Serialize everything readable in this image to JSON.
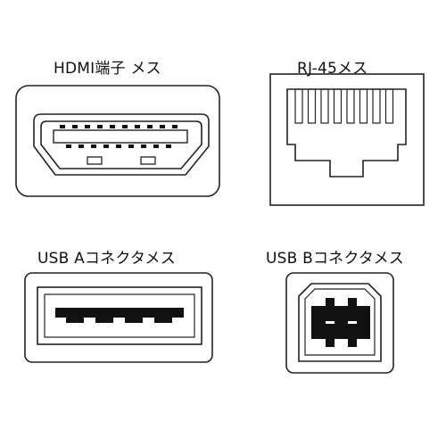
{
  "connectors": {
    "hdmi": {
      "label": "HDMI端子 メス",
      "icon": "hdmi-female-port-icon"
    },
    "rj45": {
      "label": "RJ-45メス",
      "icon": "rj45-female-port-icon"
    },
    "usb_a": {
      "label": "USB Aコネクタメス",
      "icon": "usb-a-female-port-icon"
    },
    "usb_b": {
      "label": "USB Bコネクタメス",
      "icon": "usb-b-female-port-icon"
    }
  },
  "colors": {
    "line": "#222222",
    "fill_dark": "#111111",
    "background": "#ffffff"
  }
}
